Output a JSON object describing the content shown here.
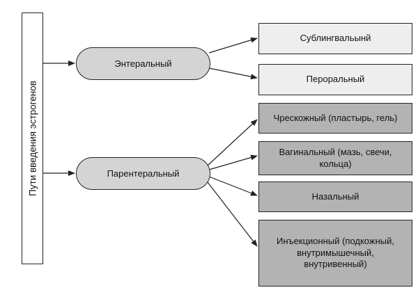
{
  "root": {
    "label": "Пути введения эстрогенов"
  },
  "branches": [
    {
      "label": "Энтеральный",
      "children": [
        "Сублингвальынй",
        "Пероральный"
      ]
    },
    {
      "label": "Парентеральный",
      "children": [
        "Чрескожный (пластырь, гель)",
        "Вагинальный (мазь, свечи, кольца)",
        "Назальный",
        "Инъекционный (подкожный, внутримышечный, внутривенный)"
      ]
    }
  ],
  "colors": {
    "stroke": "#222222",
    "pill_fill": "#d4d4d4",
    "enteral_box_fill": "#eeeeee",
    "parenteral_box_fill": "#b3b3b3"
  }
}
